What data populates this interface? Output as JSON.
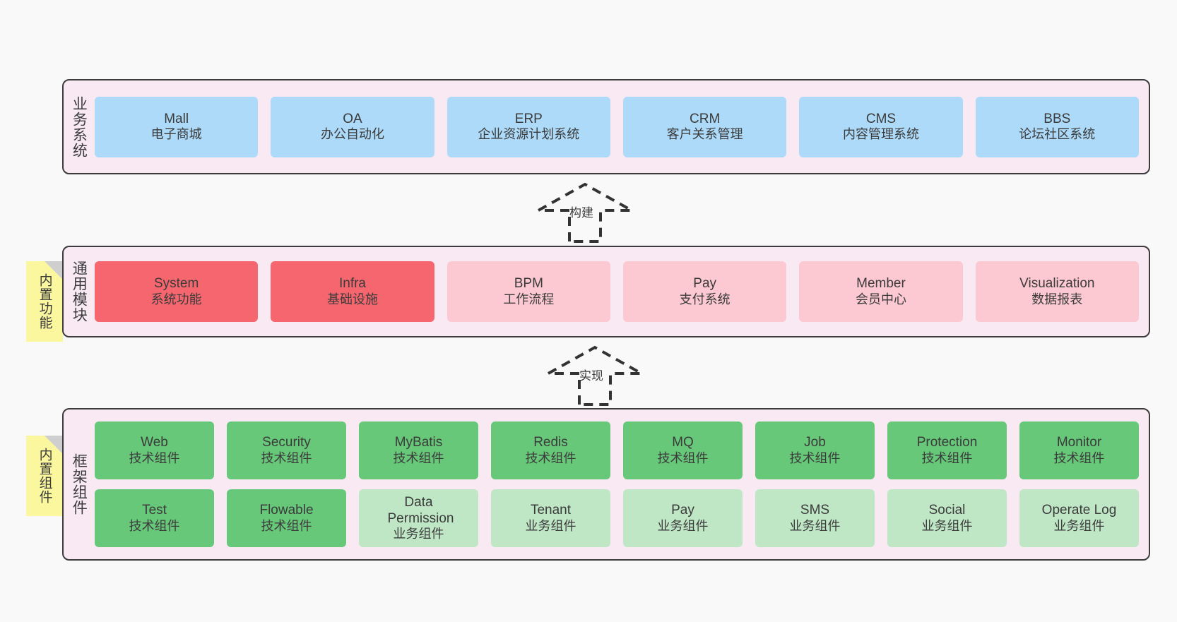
{
  "diagram": {
    "background_color": "#f9f9f9",
    "layers": [
      {
        "id": "business-systems",
        "title": "业务系统",
        "note": null,
        "rows": [
          {
            "style": "blue",
            "cards": [
              {
                "en": "Mall",
                "cn": "电子商城"
              },
              {
                "en": "OA",
                "cn": "办公自动化"
              },
              {
                "en": "ERP",
                "cn": "企业资源计划系统"
              },
              {
                "en": "CRM",
                "cn": "客户关系管理"
              },
              {
                "en": "CMS",
                "cn": "内容管理系统"
              },
              {
                "en": "BBS",
                "cn": "论坛社区系统"
              }
            ]
          }
        ]
      },
      {
        "id": "common-modules",
        "title": "通用模块",
        "note": "内置功能",
        "rows": [
          {
            "style": "mixed",
            "cards": [
              {
                "en": "System",
                "cn": "系统功能",
                "style": "red"
              },
              {
                "en": "Infra",
                "cn": "基础设施",
                "style": "red"
              },
              {
                "en": "BPM",
                "cn": "工作流程",
                "style": "pink"
              },
              {
                "en": "Pay",
                "cn": "支付系统",
                "style": "pink"
              },
              {
                "en": "Member",
                "cn": "会员中心",
                "style": "pink"
              },
              {
                "en": "Visualization",
                "cn": "数据报表",
                "style": "pink"
              }
            ]
          }
        ]
      },
      {
        "id": "framework-components",
        "title": "框架组件",
        "note": "内置组件",
        "rows": [
          {
            "style": "green",
            "cards": [
              {
                "en": "Web",
                "cn": "技术组件",
                "style": "green"
              },
              {
                "en": "Security",
                "cn": "技术组件",
                "style": "green"
              },
              {
                "en": "MyBatis",
                "cn": "技术组件",
                "style": "green"
              },
              {
                "en": "Redis",
                "cn": "技术组件",
                "style": "green"
              },
              {
                "en": "MQ",
                "cn": "技术组件",
                "style": "green"
              },
              {
                "en": "Job",
                "cn": "技术组件",
                "style": "green"
              },
              {
                "en": "Protection",
                "cn": "技术组件",
                "style": "green"
              },
              {
                "en": "Monitor",
                "cn": "技术组件",
                "style": "green"
              }
            ]
          },
          {
            "style": "mixed",
            "cards": [
              {
                "en": "Test",
                "cn": "技术组件",
                "style": "green"
              },
              {
                "en": "Flowable",
                "cn": "技术组件",
                "style": "green"
              },
              {
                "en": "Data Permission",
                "cn": "业务组件",
                "style": "lightgreen"
              },
              {
                "en": "Tenant",
                "cn": "业务组件",
                "style": "lightgreen"
              },
              {
                "en": "Pay",
                "cn": "业务组件",
                "style": "lightgreen"
              },
              {
                "en": "SMS",
                "cn": "业务组件",
                "style": "lightgreen"
              },
              {
                "en": "Social",
                "cn": "业务组件",
                "style": "lightgreen"
              },
              {
                "en": "Operate Log",
                "cn": "业务组件",
                "style": "lightgreen"
              }
            ]
          }
        ]
      }
    ],
    "connectors": [
      {
        "id": "build-arrow",
        "label": "构建",
        "direction": "up"
      },
      {
        "id": "implement-arrow",
        "label": "实现",
        "direction": "up"
      }
    ],
    "colors": {
      "panel_bg": "#f8e9f2",
      "panel_border": "#3c3c3c",
      "blue": "#addaf8",
      "red": "#f5666e",
      "pink": "#fcc9d2",
      "green": "#67c87a",
      "light_green": "#bfe7c6",
      "note_yellow": "#fbf79f",
      "note_fold": "#cfcfcf",
      "text": "#3b3b3b"
    }
  }
}
